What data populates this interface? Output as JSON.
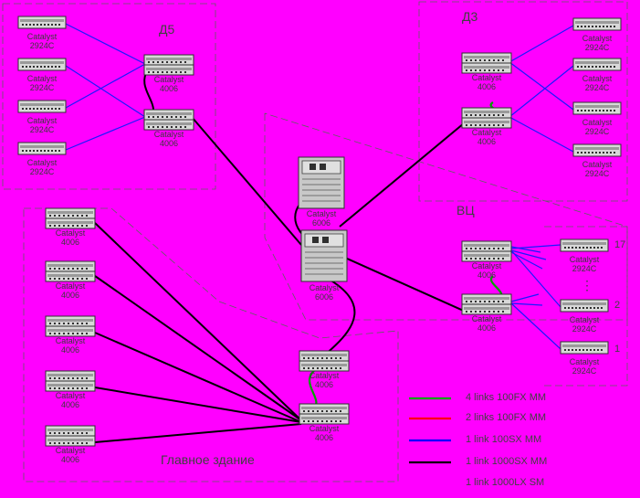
{
  "zones": {
    "d5": "Д5",
    "d3": "Д3",
    "vc": "ВЦ",
    "main": "Главное здание"
  },
  "device_labels": {
    "c2924": [
      "Catalyst",
      "2924C"
    ],
    "c4006": [
      "Catalyst",
      "4006"
    ],
    "c6006": [
      "Catalyst",
      "6006"
    ]
  },
  "port_labels": {
    "vc_top": "17",
    "vc_mid": "2",
    "vc_bot": "1",
    "vc_dots": "⋮"
  },
  "legend": [
    {
      "label": "4 links 100FX MM",
      "color": "#00a000"
    },
    {
      "label": "2 links 100FX MM",
      "color": "#ff0000"
    },
    {
      "label": "1 link 100SX MM",
      "color": "#0000ff"
    },
    {
      "label": "1 link 1000SX MM",
      "color": "#000000"
    },
    {
      "label": "1 link 1000LX SM",
      "color": ""
    }
  ]
}
